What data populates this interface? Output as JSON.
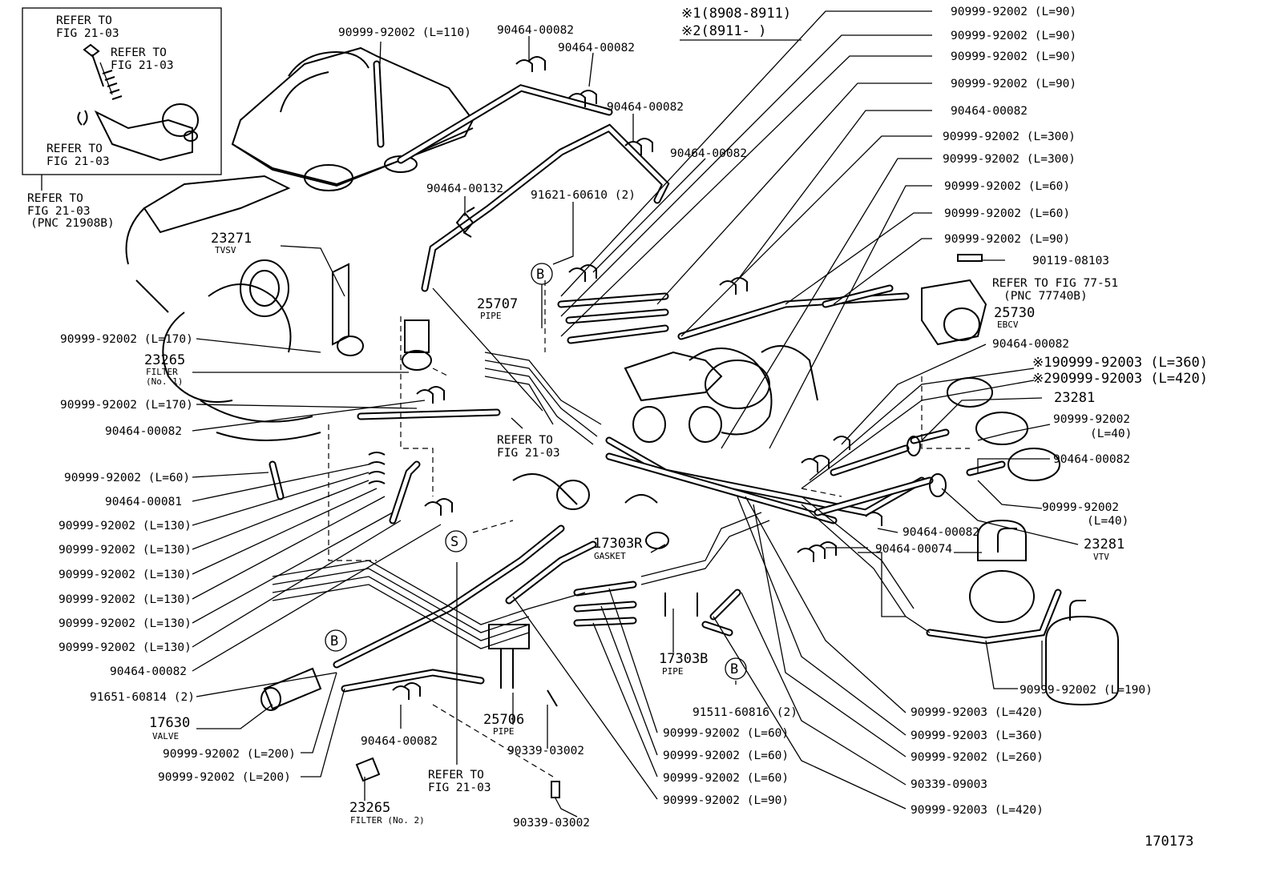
{
  "header": {
    "note1": "※1(8908-8911)",
    "note2": "※2(8911-       )"
  },
  "inset": {
    "refer1": [
      "REFER TO",
      "FIG 21-03"
    ],
    "refer2": [
      "REFER TO",
      "FIG 21-03"
    ],
    "refer3": [
      "REFER TO",
      "FIG 21-03"
    ]
  },
  "refer_pnc": [
    "REFER TO",
    "FIG 21-03",
    "(PNC 21908B)"
  ],
  "labels_top": {
    "t1": "90999-92002 (L=110)",
    "t2": "90464-00082",
    "t3": "90464-00082",
    "t4": "90464-00082",
    "t5": "90464-00082",
    "t6": "90464-00132",
    "t7": "91621-60610 (2)"
  },
  "labels_right": {
    "r1": "90999-92002 (L=90)",
    "r2": "90999-92002 (L=90)",
    "r3": "90999-92002 (L=90)",
    "r4": "90999-92002 (L=90)",
    "r5": "90464-00082",
    "r6": "90999-92002 (L=300)",
    "r7": "90999-92002 (L=300)",
    "r8": "90999-92002 (L=60)",
    "r9": "90999-92002 (L=60)",
    "r10": "90999-92002 (L=90)",
    "r11": "90119-08103",
    "r12": "REFER TO FIG 77-51",
    "r13": "(PNC 77740B)",
    "r14": "25730",
    "r15": "EBCV",
    "r16": "90464-00082",
    "r17": "※190999-92003 (L=360)",
    "r18": "※290999-92003 (L=420)",
    "r19": "23281",
    "r20": "90999-92002",
    "r21": "(L=40)",
    "r22": "90464-00082",
    "r23": "90999-92002",
    "r24": "(L=40)",
    "r25": "90464-00082",
    "r26": "90464-00074",
    "r27": "23281",
    "r28": "VTV",
    "r29": "90999-92002 (L=190)"
  },
  "labels_left": {
    "l1a": "23271",
    "l1b": "TVSV",
    "l2": "90999-92002 (L=170)",
    "l3a": "23265",
    "l3b": "FILTER",
    "l3c": "(No. 1)",
    "l4": "90999-92002 (L=170)",
    "l5": "90464-00082",
    "l6": "90999-92002 (L=60)",
    "l7": "90464-00081",
    "l8": "90999-92002 (L=130)",
    "l9": "90999-92002 (L=130)",
    "l10": "90999-92002 (L=130)",
    "l11": "90999-92002 (L=130)",
    "l12": "90999-92002 (L=130)",
    "l13": "90999-92002 (L=130)",
    "l14": "90464-00082",
    "l15": "91651-60814 (2)",
    "l16a": "17630",
    "l16b": "VALVE",
    "l17": "90999-92002 (L=200)",
    "l18": "90999-92002 (L=200)",
    "l19a": "23265",
    "l19b": "FILTER (No. 2)"
  },
  "labels_center": {
    "c1a": "25707",
    "c1b": "PIPE",
    "c2": [
      "REFER TO",
      "FIG 21-03"
    ],
    "c3a": "17303R",
    "c3b": "GASKET",
    "c4a": "17303B",
    "c4b": "PIPE",
    "c5": "91511-60816 (2)",
    "c6a": "25706",
    "c6b": "PIPE",
    "c7": "90464-00082",
    "c8": "90339-03002",
    "c9": [
      "REFER TO",
      "FIG 21-03"
    ],
    "c10": "90339-03002",
    "bmark": "B",
    "smark": "S"
  },
  "labels_bottom": {
    "b1": "90999-92002 (L=60)",
    "b2": "90999-92002 (L=60)",
    "b3": "90999-92002 (L=60)",
    "b4": "90999-92002 (L=90)",
    "b5": "90999-92003 (L=420)",
    "b6": "90999-92003 (L=360)",
    "b7": "90999-92002 (L=260)",
    "b8": "90339-09003",
    "b9": "90999-92003 (L=420)"
  },
  "figure_number": "170173"
}
